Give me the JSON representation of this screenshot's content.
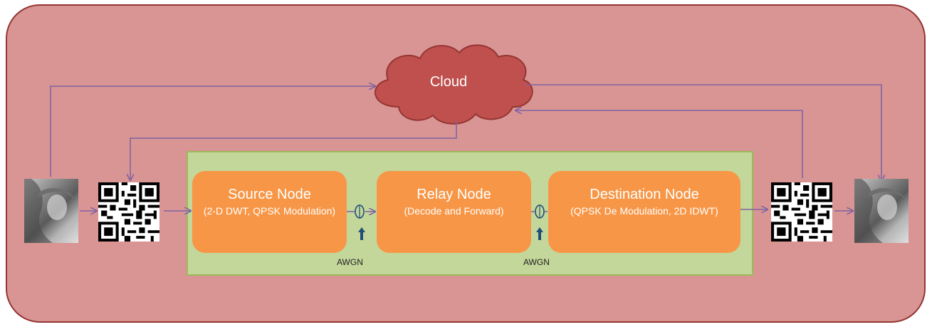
{
  "cloud": {
    "label": "Cloud"
  },
  "nodes": {
    "source": {
      "title": "Source Node",
      "subtitle": "(2-D DWT, QPSK Modulation)"
    },
    "relay": {
      "title": "Relay Node",
      "subtitle": "(Decode and Forward)"
    },
    "destination": {
      "title": "Destination Node",
      "subtitle": "(QPSK De Modulation, 2D IDWT)"
    }
  },
  "noise": {
    "label_1": "AWGN",
    "label_2": "AWGN"
  },
  "colors": {
    "outer_fill": "#d99594",
    "outer_border": "#943634",
    "channel_fill": "#c4d79b",
    "node_fill": "#f79646",
    "cloud_fill": "#c0504d",
    "arrow": "#8064a2",
    "noise_arrow": "#1f4e79"
  },
  "icons": [
    "photo-thumbnail",
    "qr-code-icon",
    "cloud-icon",
    "adder-icon",
    "up-arrow-icon"
  ]
}
